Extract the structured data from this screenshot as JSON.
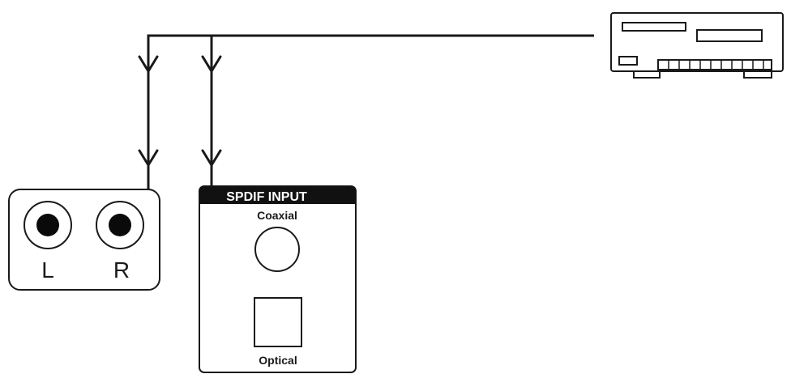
{
  "rca_panel": {
    "left_label": "L",
    "right_label": "R"
  },
  "spdif_panel": {
    "header": "SPDIF INPUT",
    "coaxial_label": "Coaxial",
    "optical_label": "Optical"
  },
  "colors": {
    "line": "#1a1a1a",
    "panel_border": "#1a1a1a",
    "header_bg": "#111111",
    "header_text": "#ffffff",
    "background": "#ffffff"
  },
  "icons": {
    "source_device": "dvd-player-icon",
    "rca_jack": "rca-jack-icon",
    "coaxial_jack": "coaxial-jack-icon",
    "optical_jack": "optical-jack-icon",
    "arrow": "arrow-down-icon"
  }
}
